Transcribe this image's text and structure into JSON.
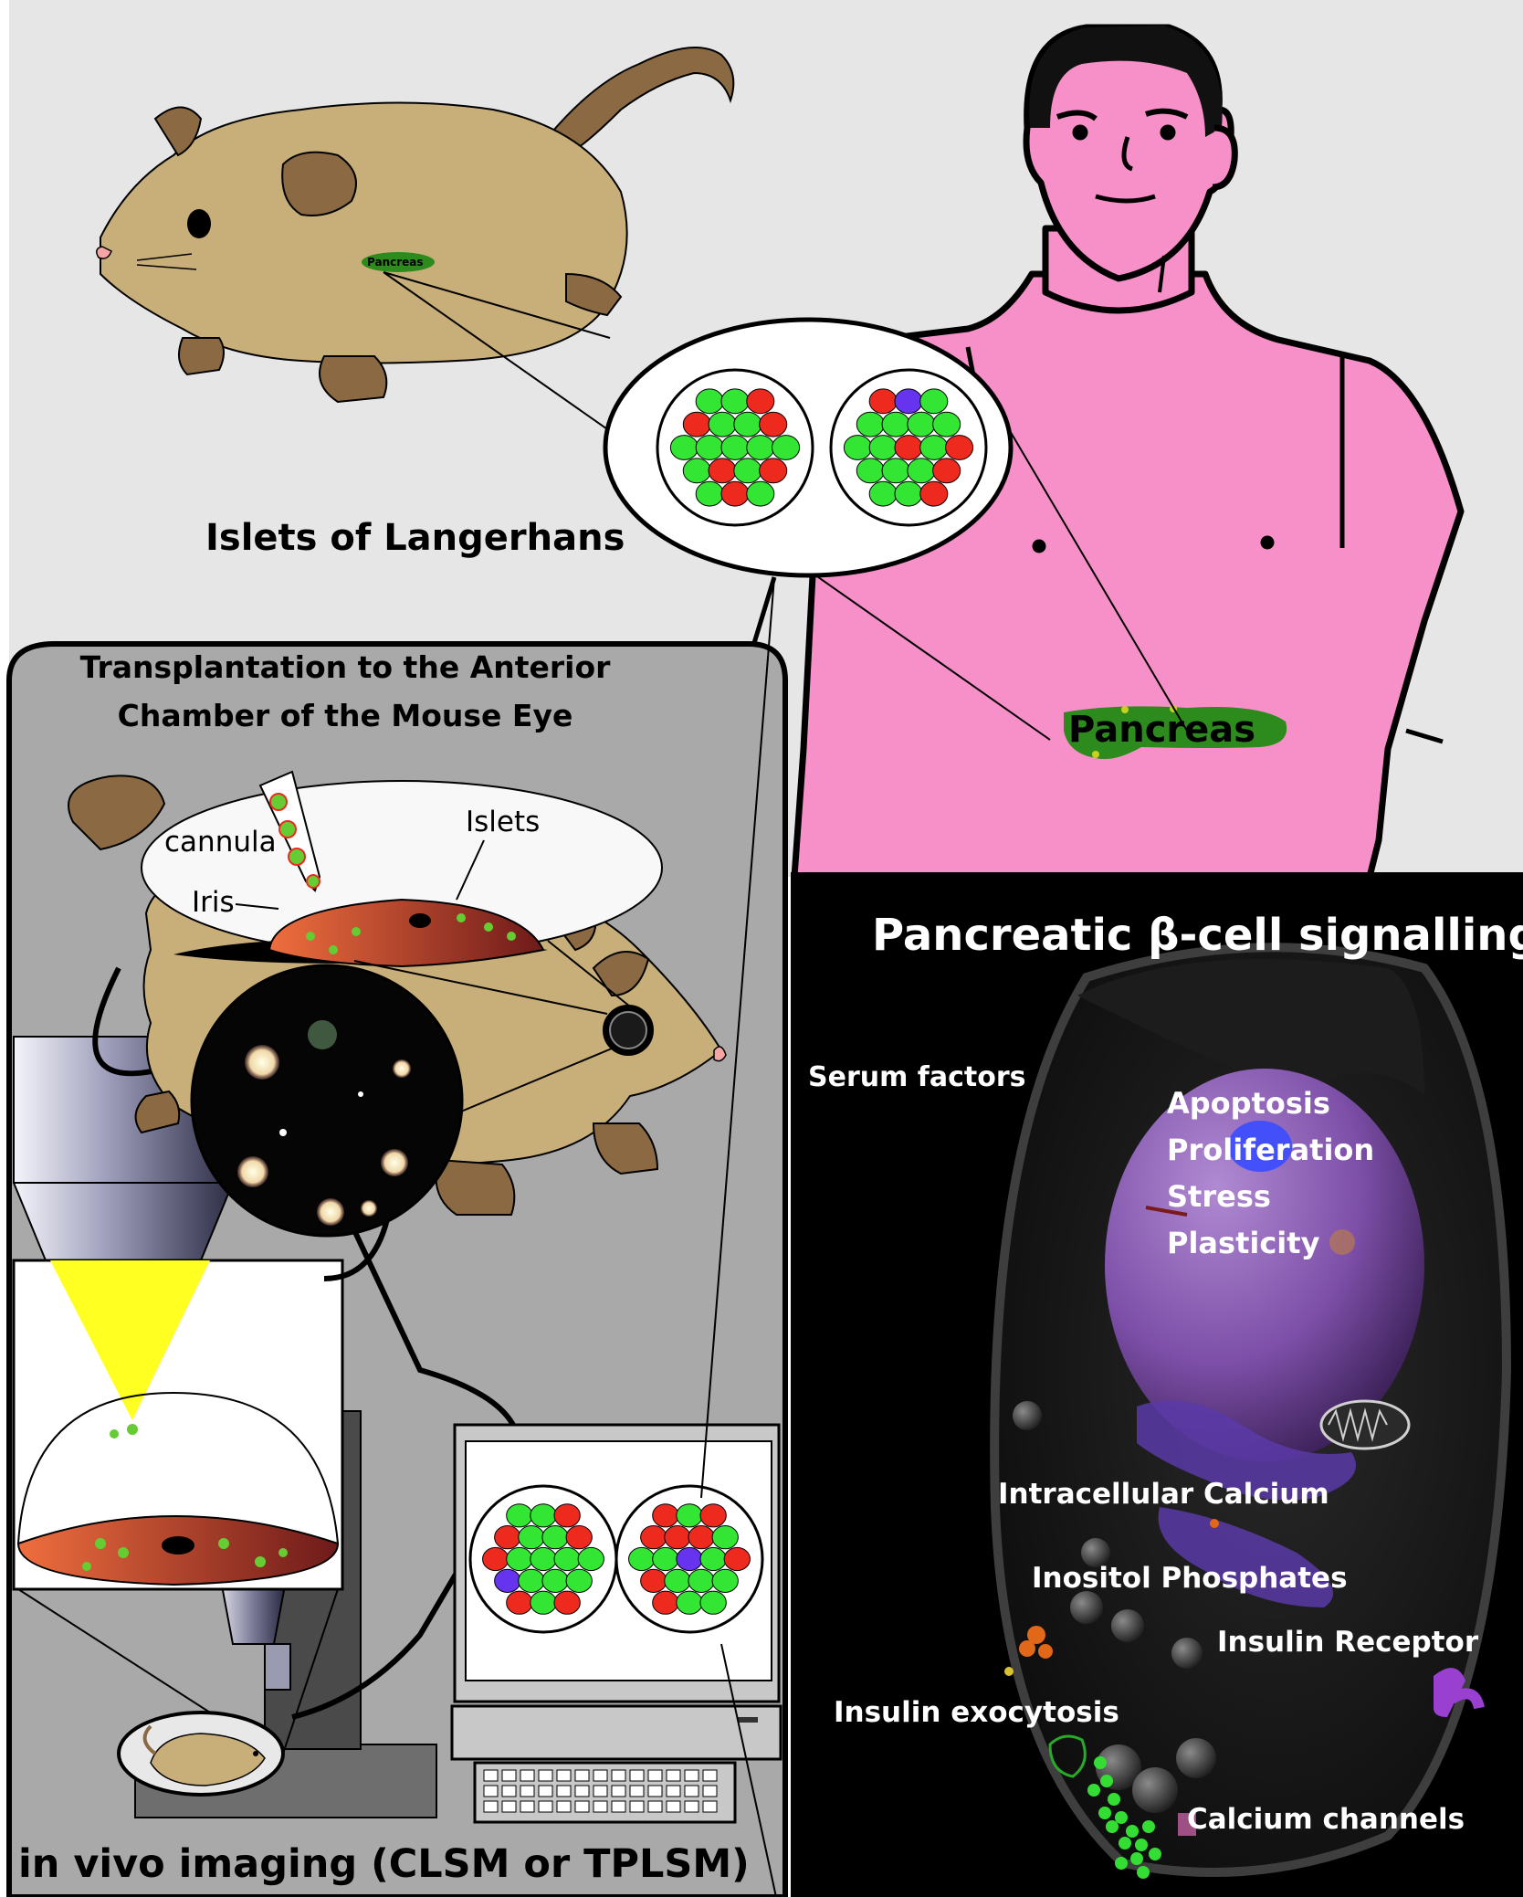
{
  "colors": {
    "bg_top": "#e6e6e6",
    "bg_panel": "#a9a9a9",
    "mouse_body": "#c8ae78",
    "mouse_dark": "#8b6a43",
    "human_skin": "#f790c8",
    "pancreas": "#2d8a1d",
    "islet_green": "#33e633",
    "islet_red": "#ee2a1e",
    "islet_blue": "#6633ee",
    "iris_orange": "#e8623a",
    "beam_yellow": "#ffff22",
    "cell_bg": "#000000",
    "nucleus_purple": "#8a5bb0"
  },
  "top_section": {
    "mouse_pancreas_label": "Pancreas",
    "islets_label": "Islets of Langerhans",
    "human_pancreas_label": "Pancreas"
  },
  "transplant_panel": {
    "title_line1": "Transplantation to the Anterior",
    "title_line2": "Chamber of the Mouse Eye",
    "cannula_label": "cannula",
    "islets_label": "Islets",
    "iris_label": "Iris",
    "bottom_label": "in vivo imaging  (CLSM or TPLSM)"
  },
  "signalling_panel": {
    "title": "Pancreatic β-cell signalling",
    "serum_label": "Serum factors",
    "nucleus_labels": [
      "Apoptosis",
      "Proliferation",
      "Stress",
      "Plasticity"
    ],
    "intracellular_label": "Intracellular Calcium",
    "inositol_label": "Inositol Phosphates",
    "insulin_receptor_label": "Insulin Receptor",
    "exocytosis_label": "Insulin exocytosis",
    "channels_label": "Calcium channels"
  },
  "icons": [
    "mouse-icon",
    "human-icon",
    "islet-icon",
    "microscope-icon",
    "computer-monitor-icon",
    "keyboard-icon",
    "cannula-icon",
    "eye-icon",
    "beta-cell-icon"
  ]
}
